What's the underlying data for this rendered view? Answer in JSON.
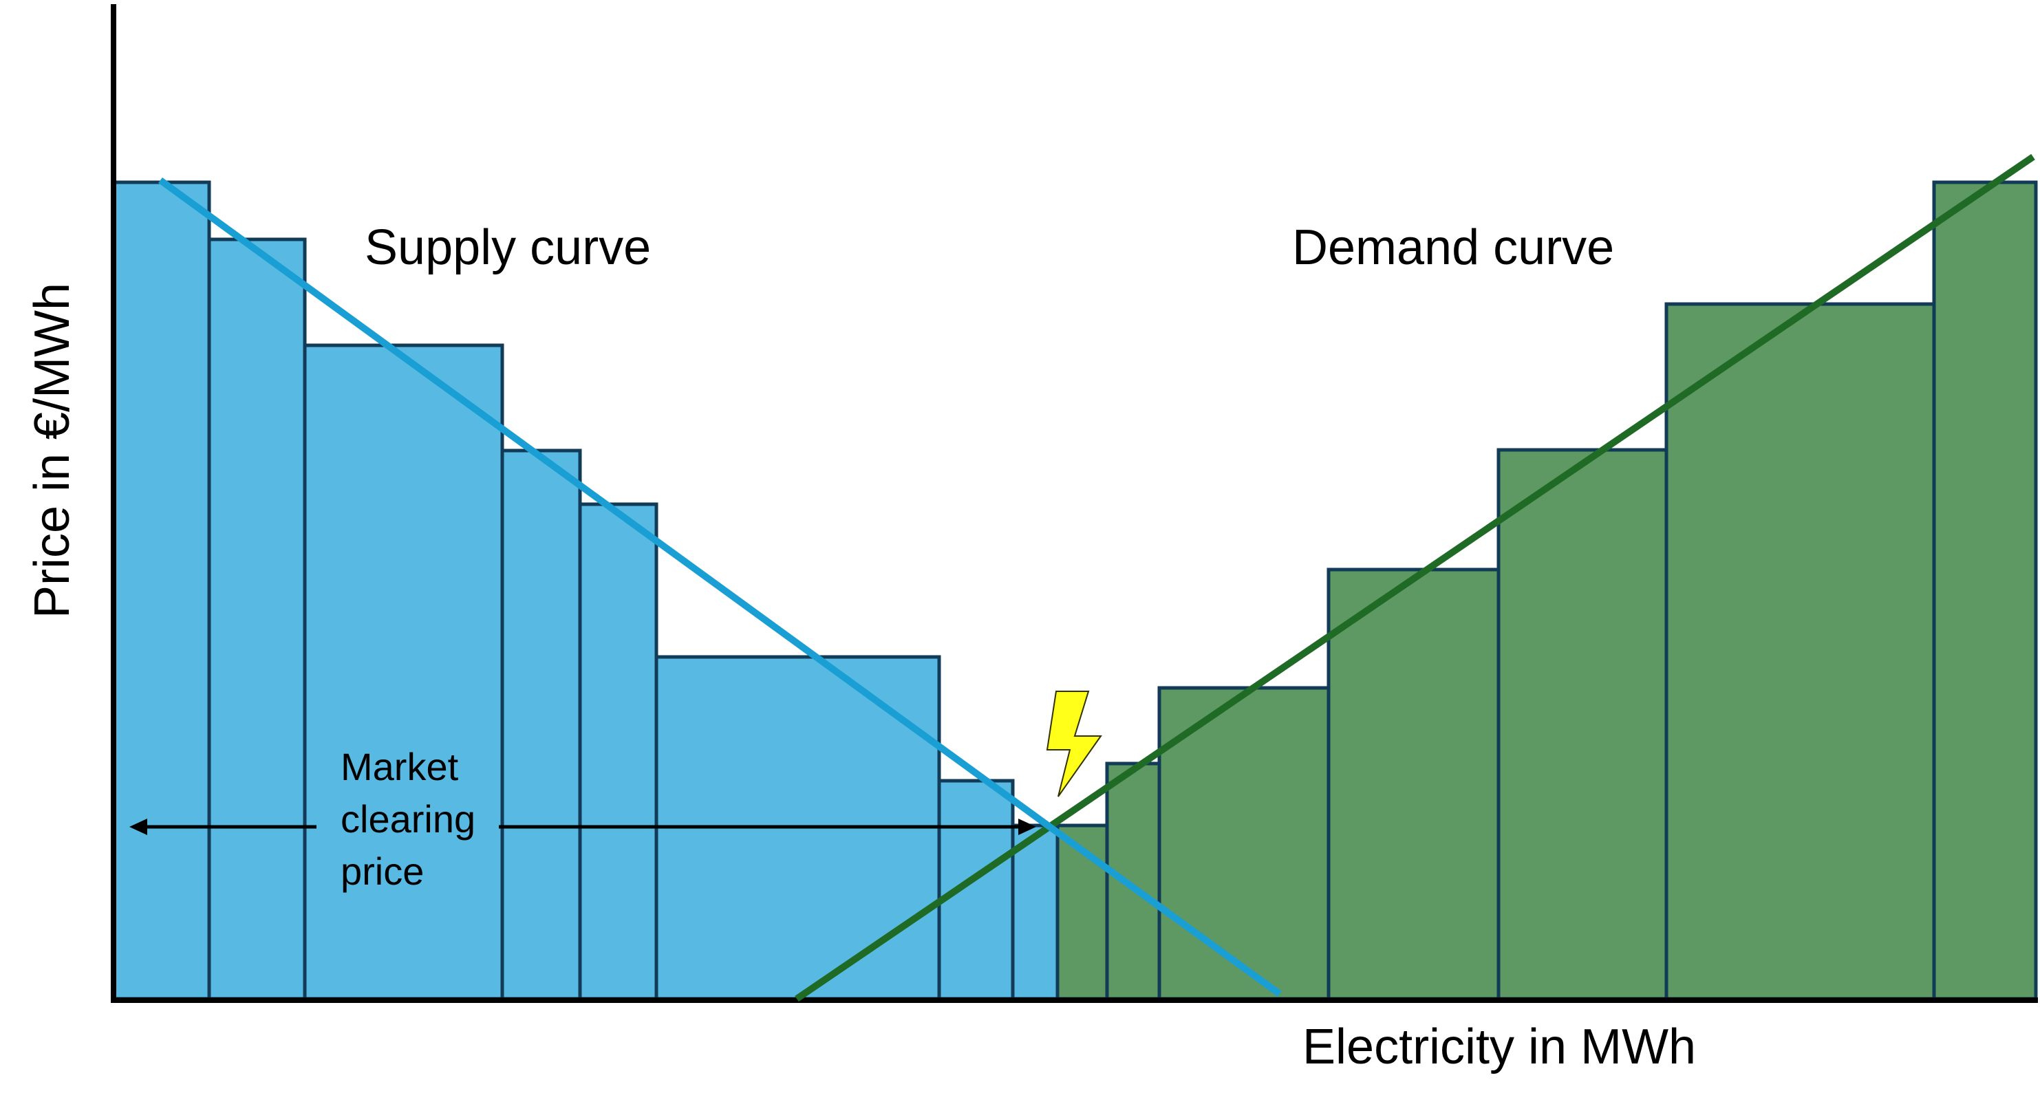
{
  "labels": {
    "supply": "Supply curve",
    "demand": "Demand curve",
    "y_axis": "Price in €/MWh",
    "x_axis": "Electricity in MWh",
    "market_clearing": [
      "Market",
      "clearing",
      "price"
    ]
  },
  "icons": {
    "intersection": "lightning-bolt-icon"
  },
  "colors": {
    "supply_fill": "#58BAE2",
    "supply_line": "#1A9FD5",
    "demand_fill": "#5E9862",
    "demand_line": "#1F6B25",
    "bar_stroke": "#123B57",
    "bolt_fill": "#FFFF1A"
  }
}
